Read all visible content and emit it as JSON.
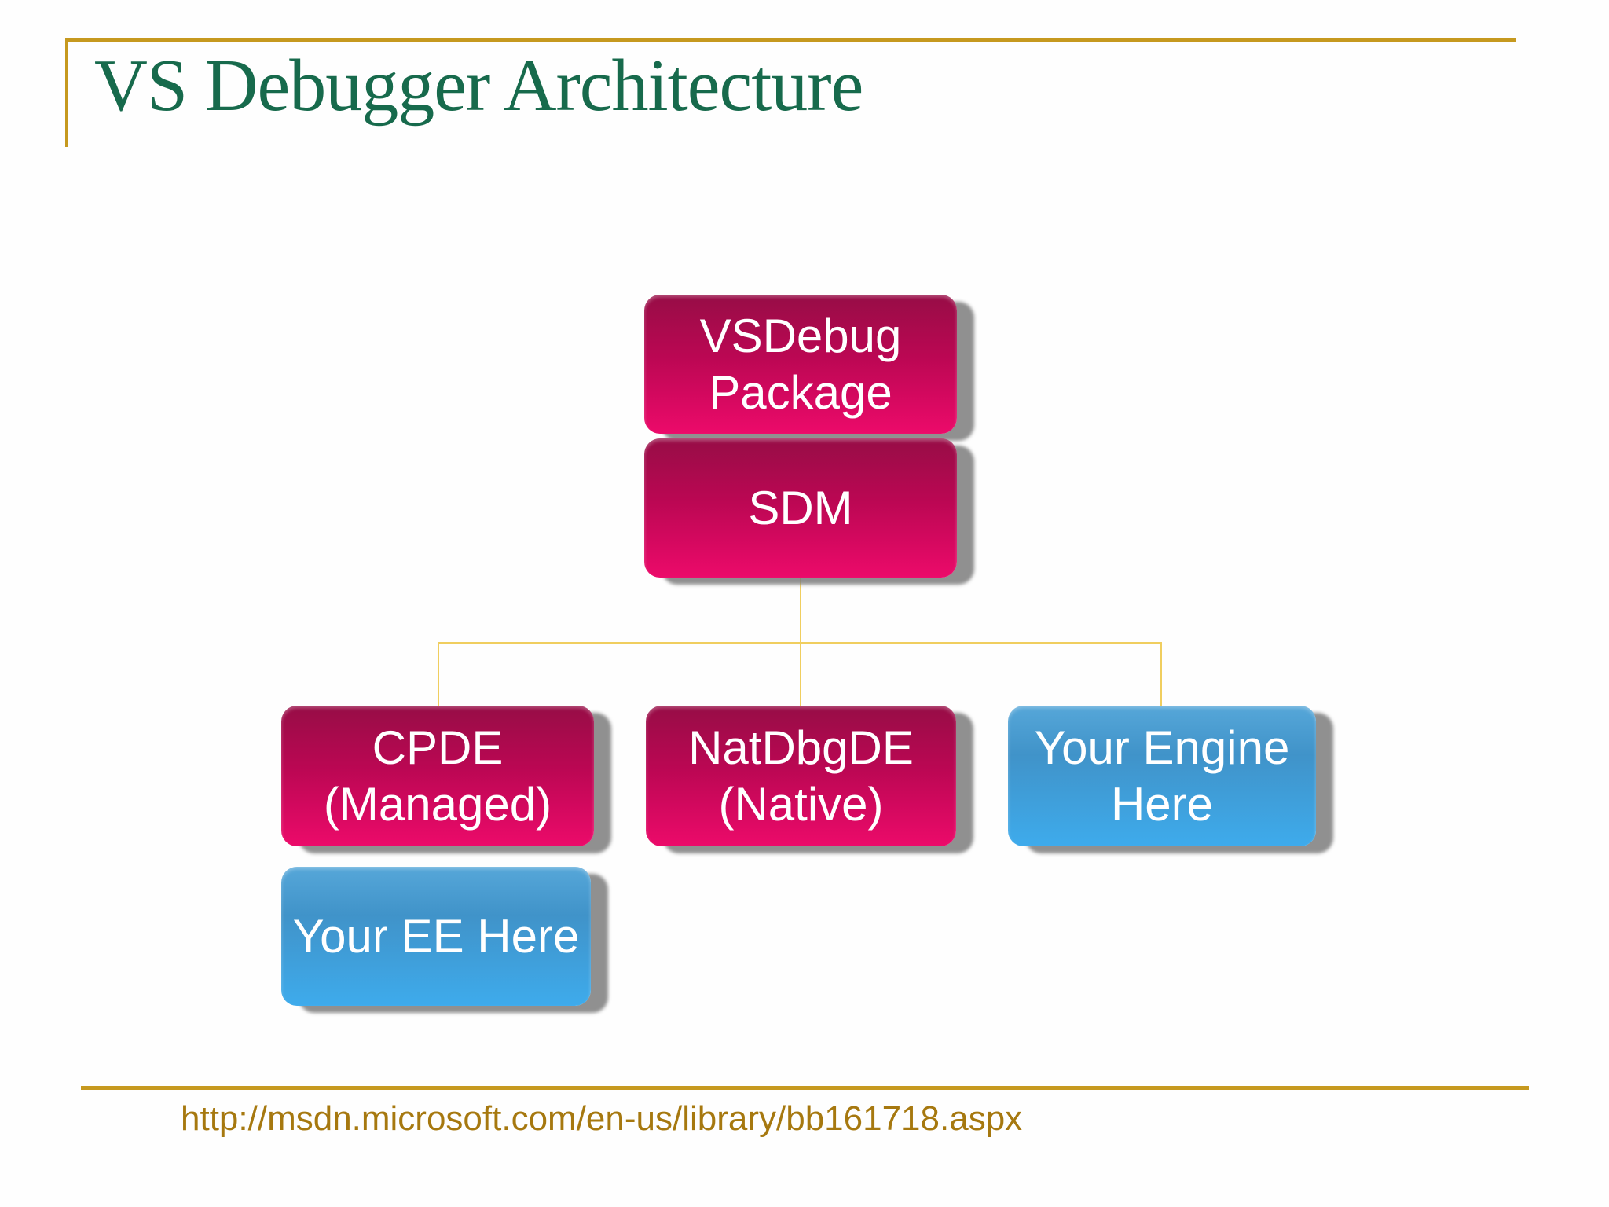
{
  "title": "VS Debugger Architecture",
  "footer": {
    "url": "http://msdn.microsoft.com/en-us/library/bb161718.aspx"
  },
  "diagram": {
    "nodes": [
      {
        "key": "vsdebug-package",
        "label": "VSDebug\nPackage",
        "style": "magenta"
      },
      {
        "key": "sdm",
        "label": "SDM",
        "style": "magenta"
      },
      {
        "key": "cpde-managed",
        "label": "CPDE\n(Managed)",
        "style": "magenta"
      },
      {
        "key": "natdbgde-native",
        "label": "NatDbgDE\n(Native)",
        "style": "magenta"
      },
      {
        "key": "your-engine-here",
        "label": "Your Engine\nHere",
        "style": "blue"
      },
      {
        "key": "your-ee-here",
        "label": "Your EE Here",
        "style": "blue"
      }
    ],
    "edges": [
      {
        "from": "sdm",
        "to": "cpde-managed"
      },
      {
        "from": "sdm",
        "to": "natdbgde-native"
      },
      {
        "from": "sdm",
        "to": "your-engine-here"
      }
    ],
    "stacks": [
      {
        "above": "vsdebug-package",
        "below": "sdm"
      },
      {
        "above": "cpde-managed",
        "below": "your-ee-here"
      }
    ]
  },
  "colors": {
    "frame_gold": "#c6991f",
    "connector_gold": "#f0ce5f",
    "title_green": "#176a4c",
    "url_gold": "#a6780f",
    "magenta_top": "#970d46",
    "magenta_bottom": "#ec0a6a",
    "blue_top": "#56a7d9",
    "blue_bottom": "#3eabec",
    "shadow_gray": "#7d7d7d",
    "text_white": "#ffffff"
  }
}
